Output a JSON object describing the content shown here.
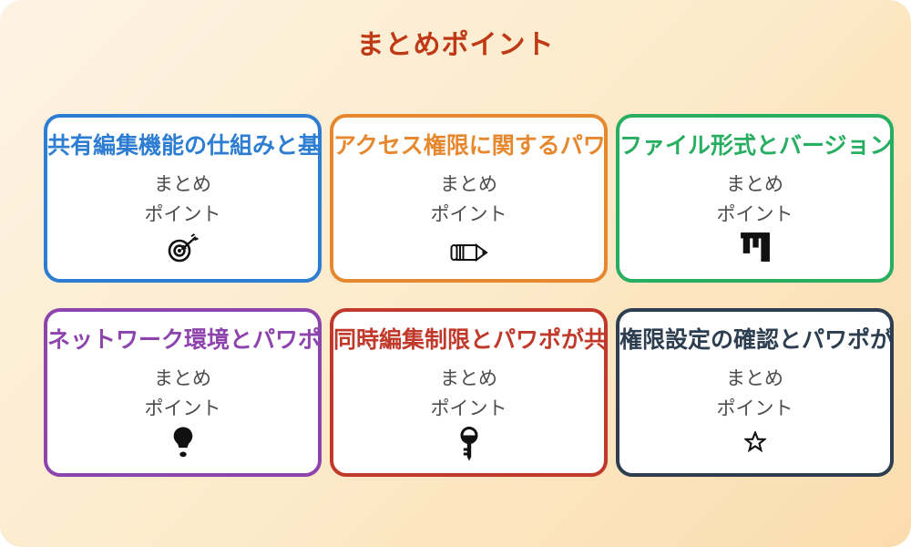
{
  "page": {
    "title": "まとめポイント"
  },
  "colors": {
    "page_title": "#bf3a14",
    "background_start": "#fdf3e4",
    "background_end": "#fbdcae",
    "card_background": "#ffffff",
    "body_text": "#4d4d4d",
    "icon": "#111111"
  },
  "card_body": {
    "line1": "まとめ",
    "line2": "ポイント"
  },
  "cards": [
    {
      "title": "共有編集機能の仕組みと基",
      "color": "#2d7dd2",
      "icon": "dart-target"
    },
    {
      "title": "アクセス権限に関するパワ",
      "color": "#e6882f",
      "icon": "pencil"
    },
    {
      "title": "ファイル形式とバージョン",
      "color": "#27ae60",
      "icon": "bar-chart"
    },
    {
      "title": "ネットワーク環境とパワポ",
      "color": "#8e44ad",
      "icon": "lightbulb"
    },
    {
      "title": "同時編集制限とパワポが共",
      "color": "#c0392b",
      "icon": "key"
    },
    {
      "title": "権限設定の確認とパワポが",
      "color": "#2c3e50",
      "icon": "star"
    }
  ]
}
